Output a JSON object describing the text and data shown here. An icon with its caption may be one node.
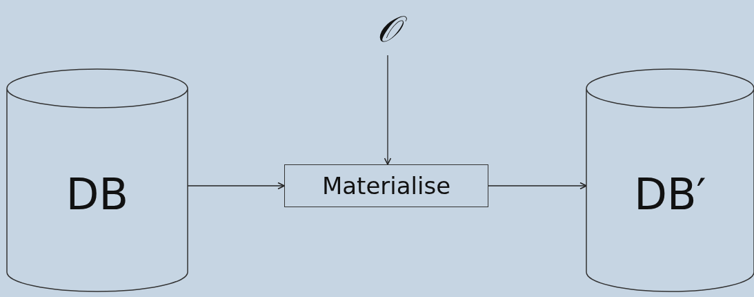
{
  "diagram": {
    "nodes": [
      {
        "text": [
          "DB"
        ]
      },
      {
        "text": [
          "𝒪"
        ]
      },
      {
        "text": [
          "Materialise"
        ]
      },
      {
        "text": [
          "DB′"
        ]
      }
    ],
    "edges": [
      {
        "from": 0,
        "to": 2,
        "arrow": "to"
      },
      {
        "from": 1,
        "to": 2,
        "arrow": "to"
      },
      {
        "from": 2,
        "to": 3,
        "arrow": "to"
      }
    ]
  }
}
